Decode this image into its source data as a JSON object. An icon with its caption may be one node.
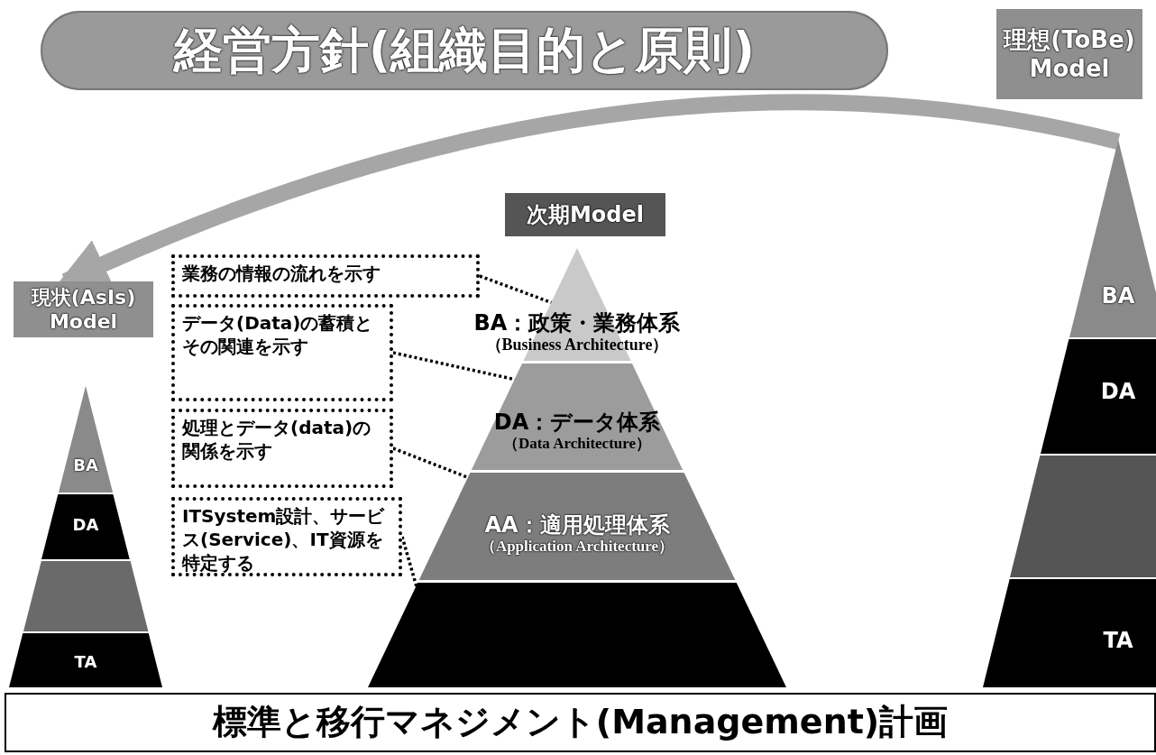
{
  "diagram": {
    "nodes": [
      {
        "text": [
          "経営方針(組織目的と原則)"
        ]
      },
      {
        "text": [
          "理想(ToBe) Model"
        ]
      },
      {
        "text": [
          "現状(AsIs) Model"
        ]
      },
      {
        "text": [
          "次期Model"
        ]
      },
      {
        "text": [
          "業務の情報の流れを示す"
        ]
      },
      {
        "text": [
          "データ(**Data**)の蓄積とその関連を示す"
        ]
      },
      {
        "text": [
          "処理とデータ(**data**)の関係を示す"
        ]
      },
      {
        "text": [
          "**ITSystem**設計、サービス(**Service**)、IT資源を特定する"
        ]
      },
      {
        "text": [
          "BA：政策・業務体系",
          "（Business Architecture）"
        ]
      },
      {
        "text": [
          "DA：データ体系",
          "（Data Architecture）"
        ]
      },
      {
        "text": [
          "AA：適用処理体系",
          "（Application Architecture）"
        ]
      },
      {
        "text": [],
        "shape": "trapezoid"
      },
      {
        "text": [
          "BA"
        ]
      },
      {
        "text": [
          "DA"
        ]
      },
      {
        "text": [],
        "shape": "trapezoid"
      },
      {
        "text": [
          "TA"
        ]
      },
      {
        "text": [
          "BA"
        ]
      },
      {
        "text": [
          "DA"
        ]
      },
      {
        "text": [],
        "shape": "trapezoid"
      },
      {
        "text": [
          "TA"
        ]
      },
      {
        "text": [
          "標準と移行マネジメント(Management)計画"
        ]
      }
    ],
    "edges": [
      {
        "from": 16,
        "to": 2,
        "arrow": "to",
        "style": "thick",
        "color": "#a6a6a6"
      },
      {
        "from": 4,
        "to": 8,
        "arrow": "none",
        "style": "dashed"
      },
      {
        "from": 5,
        "to": 9,
        "arrow": "none",
        "style": "dashed"
      },
      {
        "from": 6,
        "to": 10,
        "arrow": "none",
        "style": "dashed"
      },
      {
        "from": 7,
        "to": 11,
        "arrow": "none",
        "style": "dashed"
      }
    ]
  }
}
